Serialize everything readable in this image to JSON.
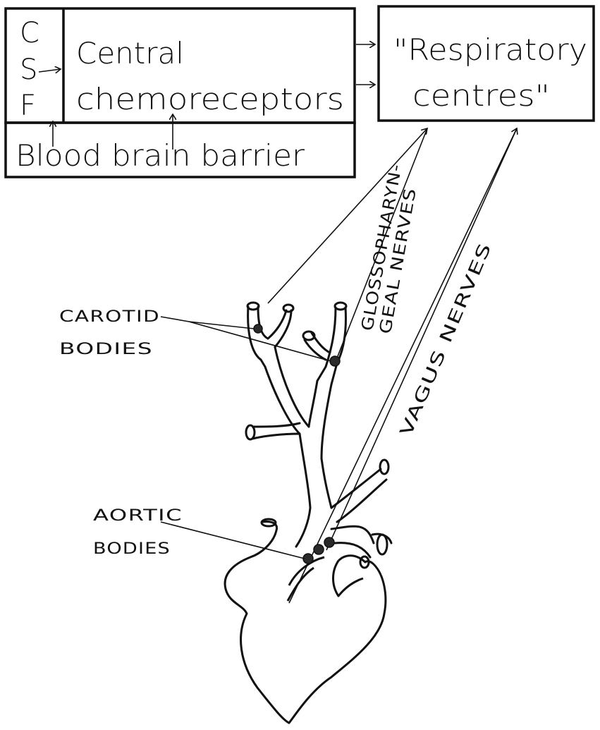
{
  "boxes": {
    "csf_letters": [
      "C",
      "S",
      "F"
    ],
    "central_line1": "Central",
    "central_line2": "chemoreceptors",
    "blood_brain_barrier": "Blood brain barrier",
    "respiratory_line1": "\"Respiratory",
    "respiratory_line2": "centres\""
  },
  "nerves": {
    "glossopharyngeal_line1": "GLOSSOPHARYN-",
    "glossopharyngeal_line2": "GEAL NERVES",
    "vagus": "VAGUS NERVES"
  },
  "labels": {
    "carotid_line1": "CAROTID",
    "carotid_line2": "BODIES",
    "aortic_line1": "AORTIC",
    "aortic_line2": "BODIES"
  }
}
